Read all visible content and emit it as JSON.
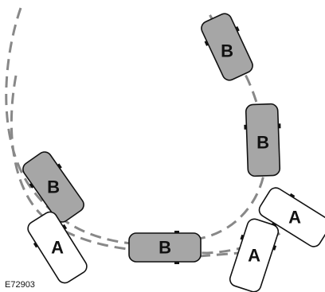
{
  "figure": {
    "id": "E72903"
  },
  "cars": [
    {
      "key": "b-top",
      "label": "B",
      "type": "B"
    },
    {
      "key": "b-right",
      "label": "B",
      "type": "B"
    },
    {
      "key": "b-left",
      "label": "B",
      "type": "B"
    },
    {
      "key": "b-bottom",
      "label": "B",
      "type": "B"
    },
    {
      "key": "a-left",
      "label": "A",
      "type": "A"
    },
    {
      "key": "a-bottom-right",
      "label": "A",
      "type": "A"
    },
    {
      "key": "a-right",
      "label": "A",
      "type": "A"
    }
  ],
  "colors": {
    "car_b_fill": "#a6a6a6",
    "car_a_fill": "#ffffff",
    "outline": "#111111",
    "path": "#888888"
  }
}
